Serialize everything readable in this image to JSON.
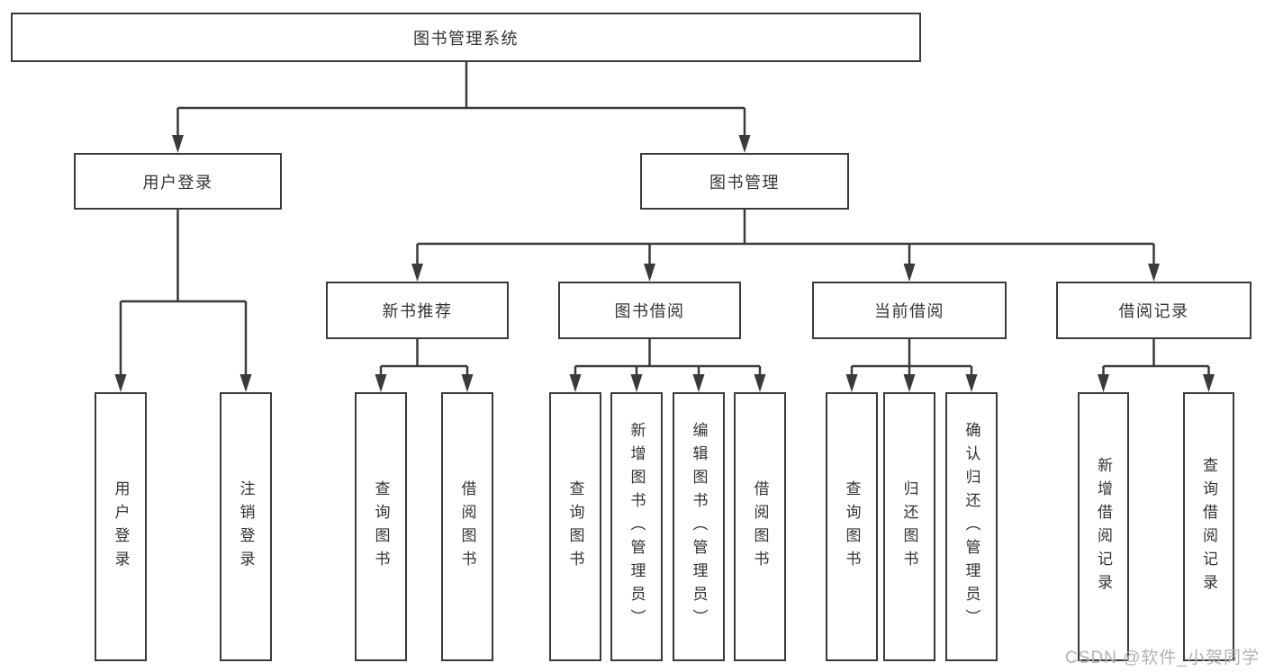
{
  "colors": {
    "background": "#ffffff",
    "line": "#3a3a3a",
    "box_border": "#3a3a3a",
    "text": "#333333",
    "watermark_text_color": "#b2b2b2"
  },
  "watermark": {
    "text": "CSDN @软件_小贺同学"
  },
  "tree": {
    "root": {
      "label": "图书管理系统"
    },
    "branches": [
      {
        "label": "用户登录",
        "leaves": [
          {
            "label": "用户登录"
          },
          {
            "label": "注销登录"
          }
        ]
      },
      {
        "label": "图书管理",
        "groups": [
          {
            "label": "新书推荐",
            "leaves": [
              {
                "label": "查询图书"
              },
              {
                "label": "借阅图书"
              }
            ]
          },
          {
            "label": "图书借阅",
            "leaves": [
              {
                "label": "查询图书"
              },
              {
                "label": "新增图书（管理员）"
              },
              {
                "label": "编辑图书（管理员）"
              },
              {
                "label": "借阅图书"
              }
            ]
          },
          {
            "label": "当前借阅",
            "leaves": [
              {
                "label": "查询图书"
              },
              {
                "label": "归还图书"
              },
              {
                "label": "确认归还（管理员）"
              }
            ]
          },
          {
            "label": "借阅记录",
            "leaves": [
              {
                "label": "新增借阅记录"
              },
              {
                "label": "查询借阅记录"
              }
            ]
          }
        ]
      }
    ]
  }
}
